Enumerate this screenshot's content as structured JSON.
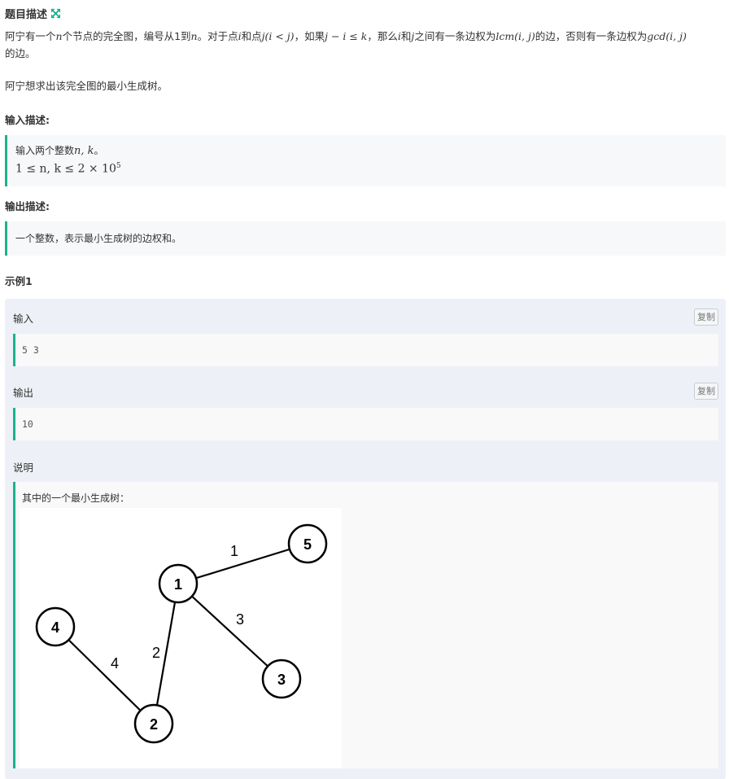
{
  "header": {
    "title": "题目描述",
    "expand_icon": "expand-arrows-icon",
    "accent_color": "#1bb28d"
  },
  "description": {
    "line1": {
      "t1": "阿宁有一个",
      "n": "n",
      "t2": "个节点的完全图，编号从1到",
      "n2": "n",
      "t3": "。对于点",
      "i": "i",
      "t4": "和点",
      "cond1": "j(i < j)",
      "t5": "，如果",
      "cond2": "j − i ≤ k",
      "t6": "，那么",
      "i2": "i",
      "t7": "和",
      "j": "j",
      "t8": "之间有一条边权为",
      "lcm": "lcm(i, j)",
      "t9": "的边，否则有一条边权为",
      "gcd": "gcd(i, j)"
    },
    "line2": "的边。",
    "line3": "阿宁想求出该完全图的最小生成树。"
  },
  "input_section": {
    "heading": "输入描述:",
    "line1_text": "输入两个整数",
    "line1_math": "n, k",
    "line1_end": "。",
    "constraint_left": "1 ≤ n, k ≤ 2 × 10",
    "constraint_exp": "5"
  },
  "output_section": {
    "heading": "输出描述:",
    "text": "一个整数，表示最小生成树的边权和。"
  },
  "example": {
    "heading": "示例1",
    "input_label": "输入",
    "input_value": "5 3",
    "output_label": "输出",
    "output_value": "10",
    "copy_label": "复制",
    "explain_label": "说明",
    "explain_text": "其中的一个最小生成树："
  },
  "graph": {
    "nodes": [
      "1",
      "2",
      "3",
      "4",
      "5"
    ],
    "edges": [
      {
        "from": "1",
        "to": "5",
        "weight": "1"
      },
      {
        "from": "1",
        "to": "3",
        "weight": "3"
      },
      {
        "from": "1",
        "to": "2",
        "weight": "2"
      },
      {
        "from": "4",
        "to": "2",
        "weight": "4"
      }
    ]
  }
}
